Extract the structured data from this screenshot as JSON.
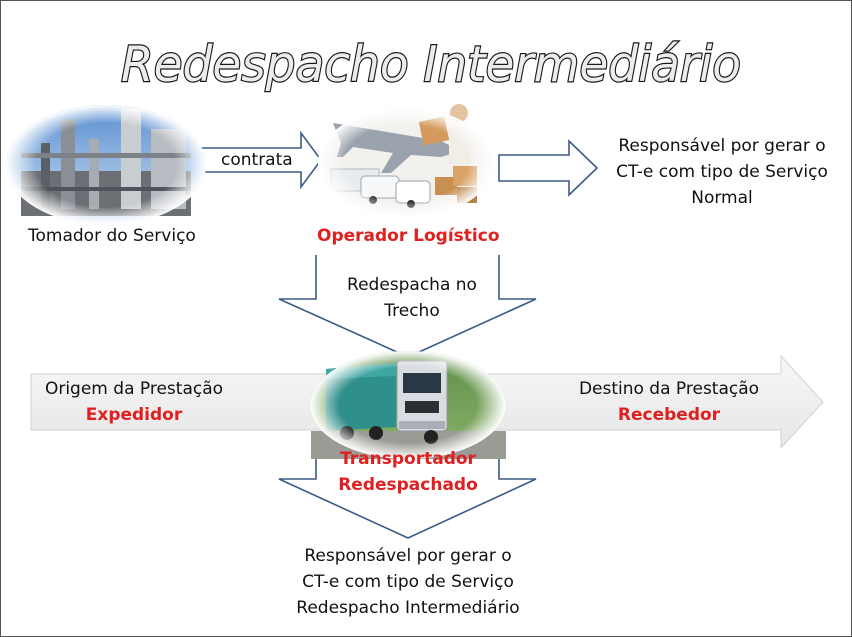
{
  "title": "Redespacho Intermediário",
  "contrata": "contrata",
  "tomador": "Tomador do Serviço",
  "operador": "Operador Logístico",
  "operador_resp": [
    "Responsável por gerar o",
    "CT-e com tipo de Serviço",
    "Normal"
  ],
  "redespacha": [
    "Redespacha no",
    "Trecho"
  ],
  "origem": {
    "label": "Origem da Prestação",
    "role": "Expedidor"
  },
  "destino": {
    "label": "Destino da Prestação",
    "role": "Recebedor"
  },
  "transportador": [
    "Transportador",
    "Redespachado"
  ],
  "transportador_resp": [
    "Responsável por gerar o",
    "CT-e com tipo de Serviço",
    "Redespacho Intermediário"
  ],
  "colors": {
    "accent_red": "#e02020",
    "arrow_stroke": "#3c5a86",
    "band_fill": "#ededed"
  }
}
